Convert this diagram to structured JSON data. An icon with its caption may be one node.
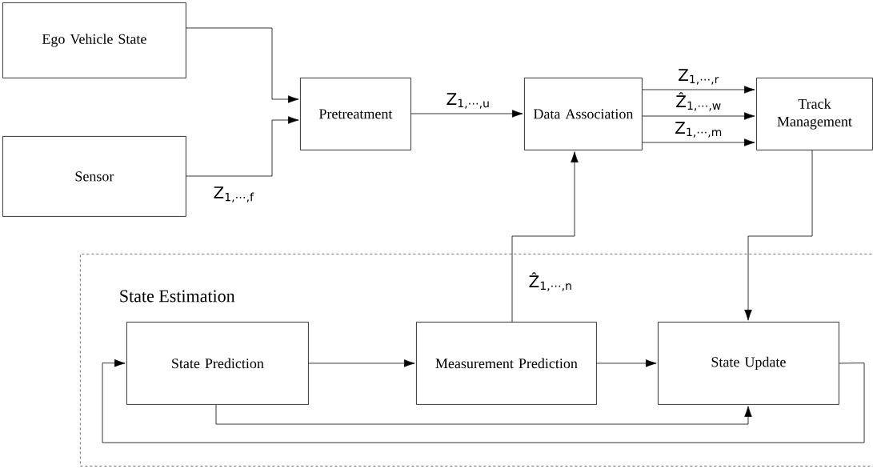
{
  "diagram": {
    "nodes": [
      {
        "text": [
          "Ego Vehicle State"
        ]
      },
      {
        "text": [
          "Sensor"
        ]
      },
      {
        "text": [
          "Pretreatment"
        ]
      },
      {
        "text": [
          "Data Association"
        ]
      },
      {
        "text": [
          "Track Management"
        ]
      },
      {
        "text": [
          "State Estimation"
        ]
      },
      {
        "text": [
          "State Prediction"
        ],
        "in": 5
      },
      {
        "text": [
          "Measurement Prediction"
        ],
        "in": 5
      },
      {
        "text": [
          "State Update"
        ],
        "in": 5
      }
    ],
    "edges": [
      {
        "from": 0,
        "to": 2,
        "arrow": "to"
      },
      {
        "from": 1,
        "to": 2,
        "arrow": "to",
        "label": "Z$_{1,⋯,f}$"
      },
      {
        "from": 2,
        "to": 3,
        "arrow": "to",
        "label": "Z$_{1,⋯,u}$"
      },
      {
        "from": 3,
        "to": 4,
        "arrow": "to",
        "label": "Z$_{1,⋯,r}$"
      },
      {
        "from": 3,
        "to": 4,
        "arrow": "to",
        "label": "Ẑ$_{1,⋯,w}$"
      },
      {
        "from": 3,
        "to": 4,
        "arrow": "to",
        "label": "Z$_{1,⋯,m}$"
      },
      {
        "from": 7,
        "to": 3,
        "arrow": "to",
        "label": "Ẑ$_{1,⋯,n}$"
      },
      {
        "from": 4,
        "to": 8,
        "arrow": "to"
      },
      {
        "from": 6,
        "to": 7,
        "arrow": "to"
      },
      {
        "from": 7,
        "to": 8,
        "arrow": "to"
      },
      {
        "from": 6,
        "to": 8,
        "arrow": "to"
      },
      {
        "from": 8,
        "to": 6,
        "arrow": "to"
      }
    ]
  }
}
